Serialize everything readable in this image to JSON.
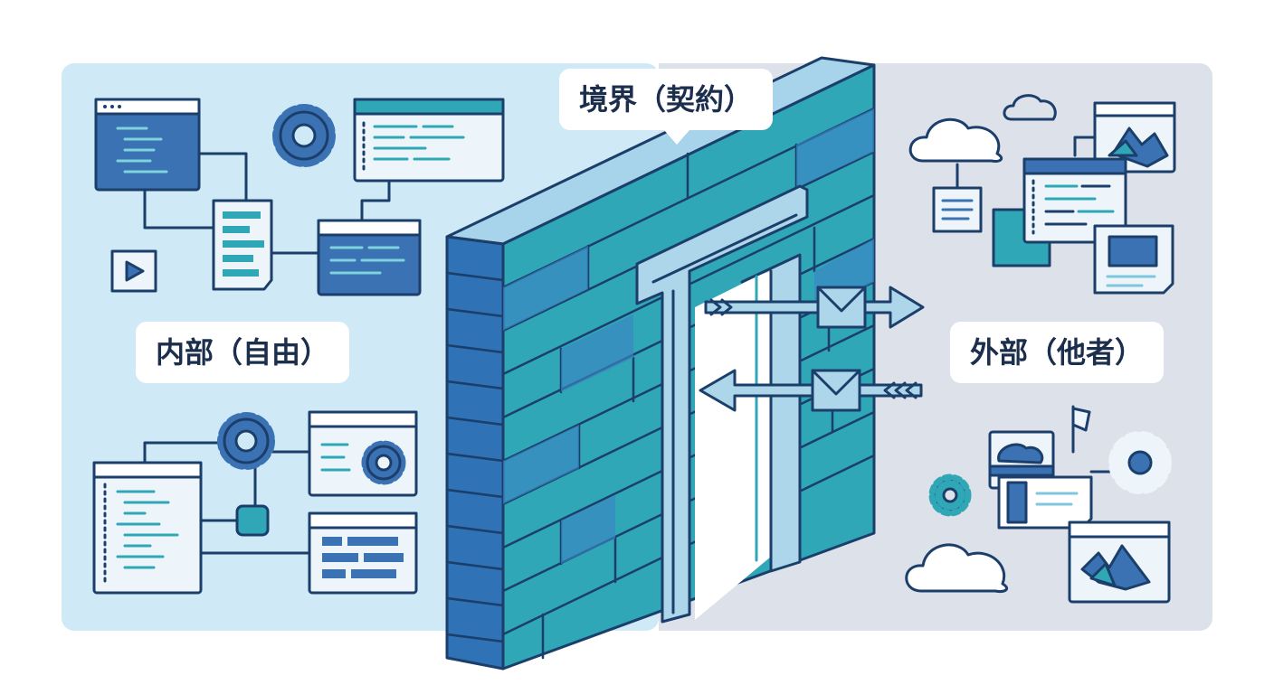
{
  "labels": {
    "boundary": "境界（契約）",
    "internal": "内部（自由）",
    "external": "外部（他者）"
  },
  "colors": {
    "internal_bg": "#cfe9f7",
    "external_bg": "#dde2ea",
    "wall_blue": "#2f72b6",
    "wall_teal": "#2fa7b7",
    "wall_top": "#a7d4ea",
    "outline": "#1b3f6a",
    "gate": "#aed6ea"
  },
  "icons": {
    "internal": [
      "code-window-icon",
      "gear-icon",
      "code-window-icon",
      "document-icon",
      "code-window-icon",
      "play-icon",
      "gear-icon",
      "gear-window-icon",
      "code-window-icon",
      "connector-node-icon",
      "blocks-window-icon"
    ],
    "external": [
      "cloud-icon",
      "cloud-icon",
      "document-icon",
      "image-window-icon",
      "code-window-icon",
      "image-window-icon",
      "flag-icon",
      "gear-icon",
      "gear-icon",
      "document-icon",
      "cloud-icon",
      "image-window-icon"
    ],
    "messages": [
      "envelope-icon",
      "envelope-icon"
    ]
  }
}
